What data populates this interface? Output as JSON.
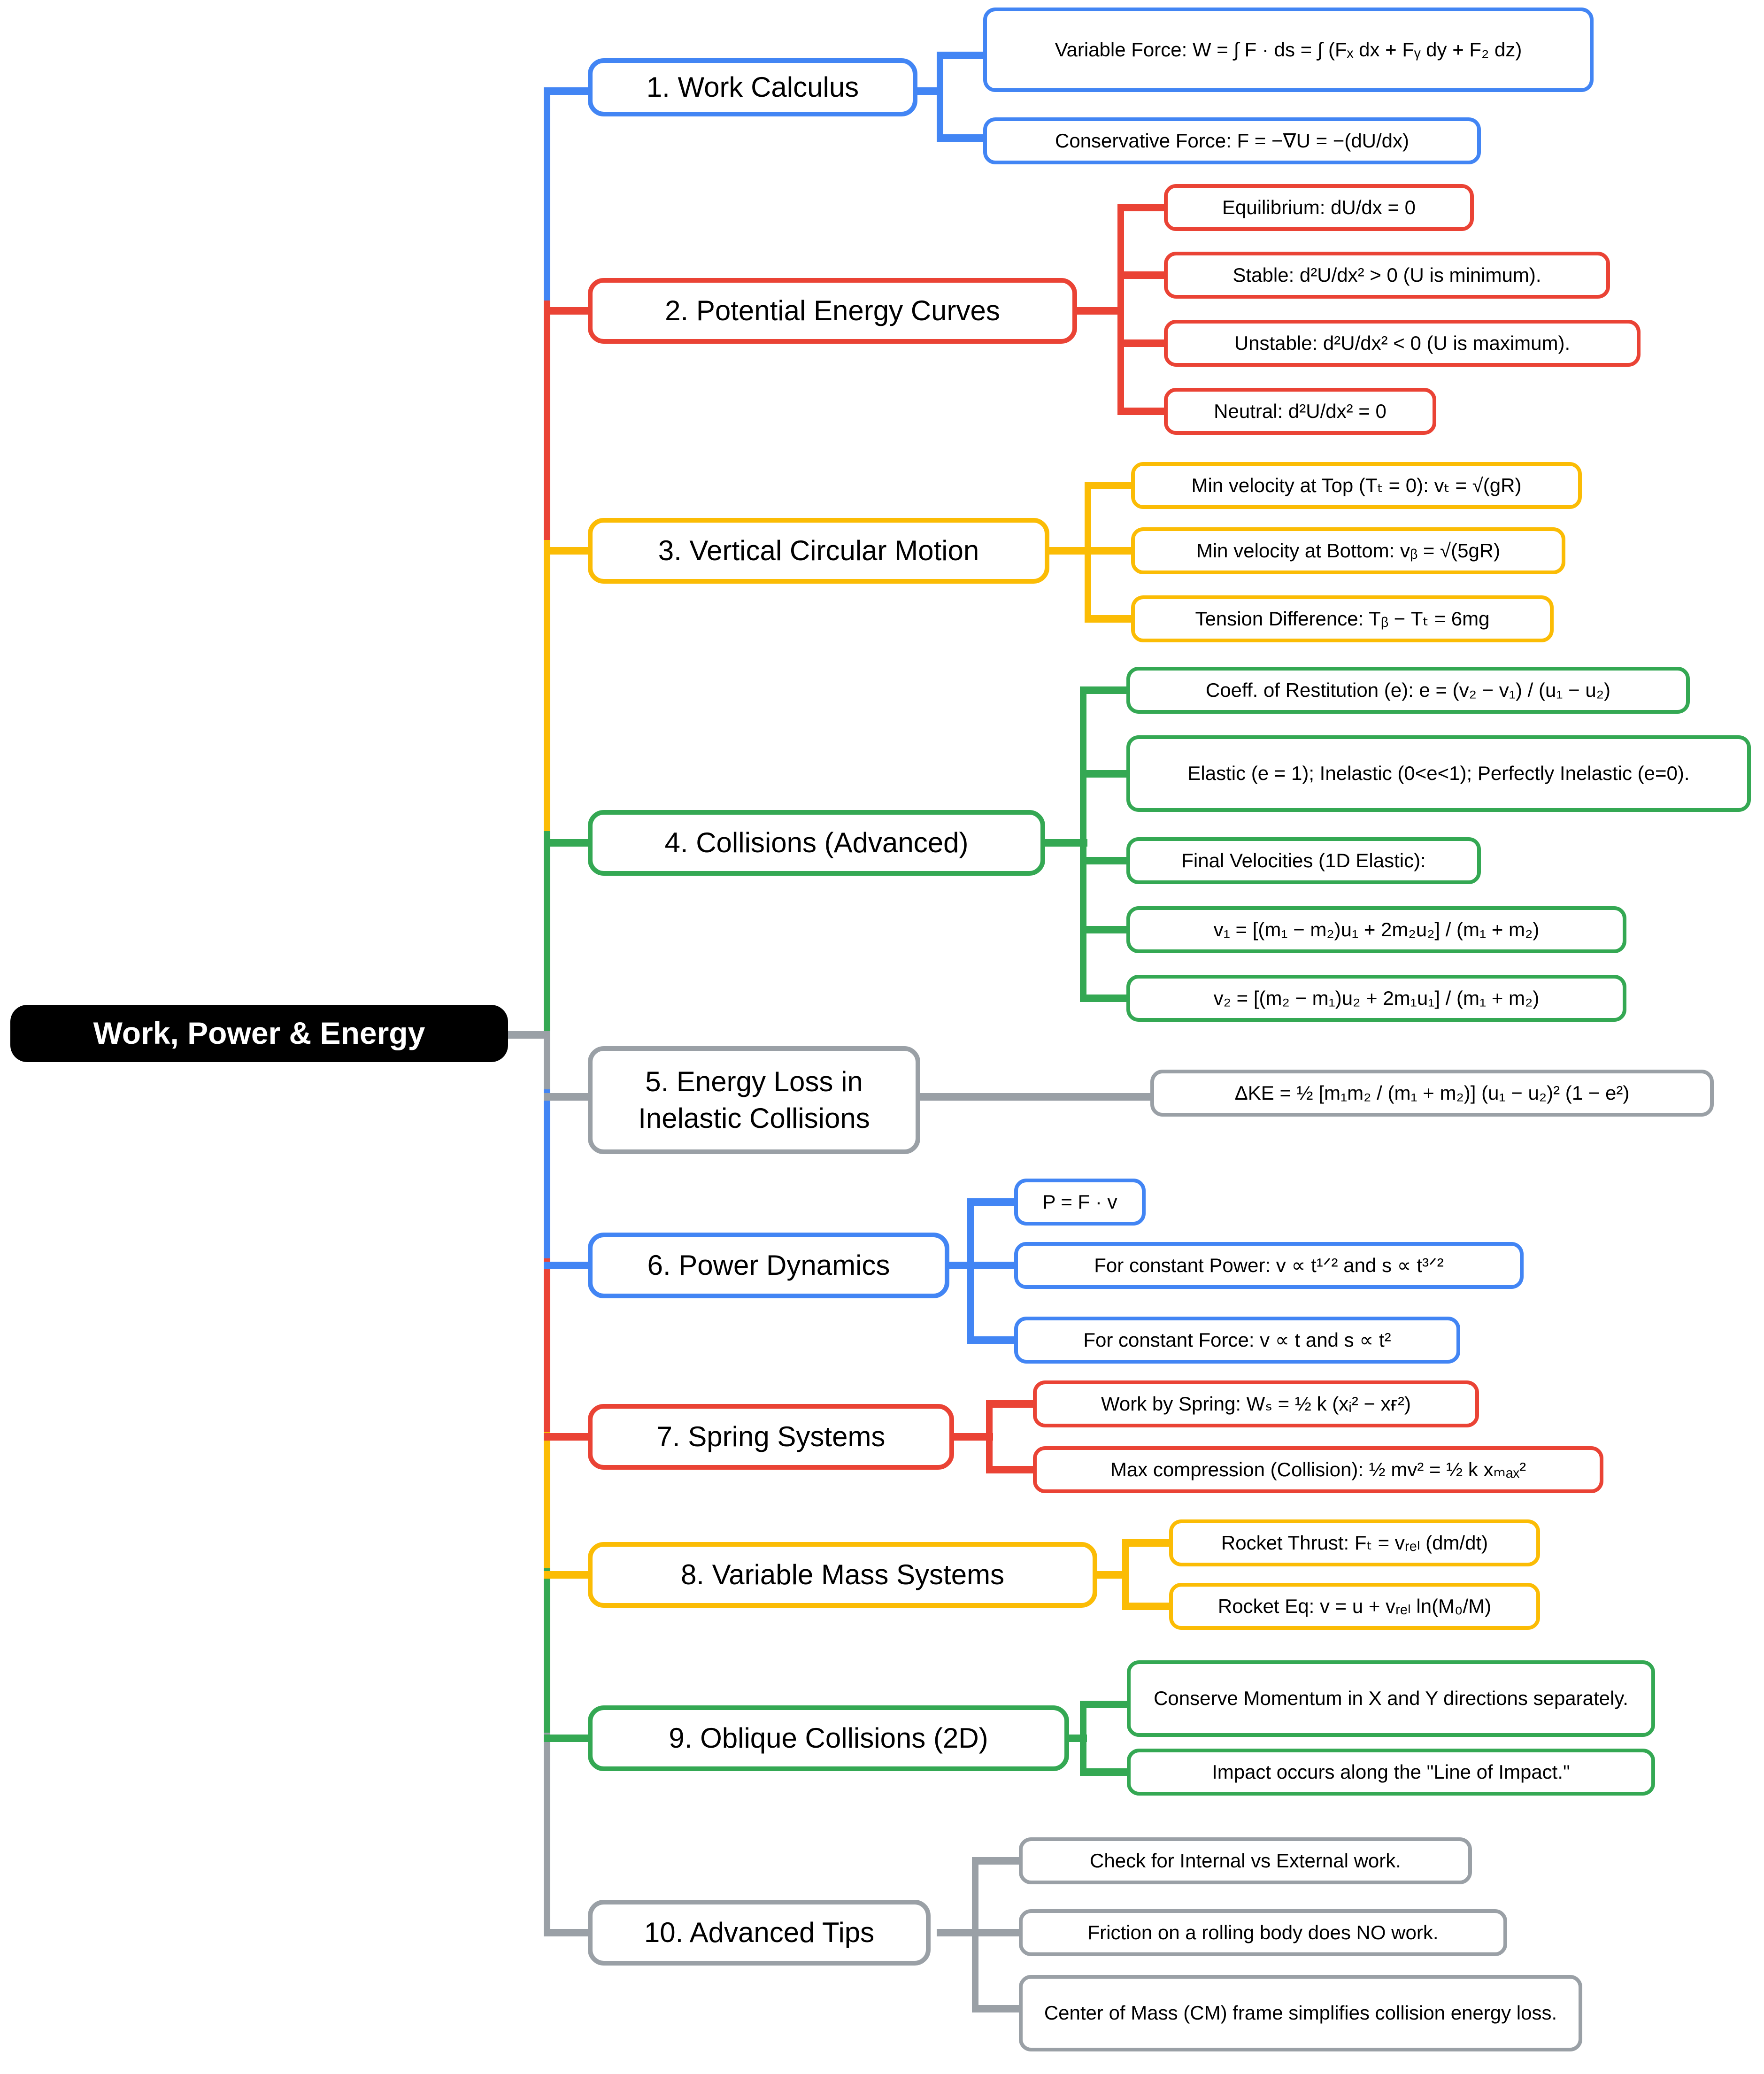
{
  "title": "Work, Power & Energy",
  "colors": {
    "blue": "#4285f4",
    "red": "#ea4335",
    "yellow": "#fbbc05",
    "green": "#34a853",
    "gray": "#9aa0a6",
    "root_bg": "#000000",
    "root_text": "#ffffff",
    "page_bg": "#ffffff"
  },
  "root": {
    "label": "Work, Power & Energy"
  },
  "branches": [
    {
      "id": "work-calculus",
      "label": "1. Work Calculus",
      "color": "blue",
      "children": [
        {
          "label": "Variable Force: W = ∫ F · ds = ∫ (Fₓ dx + Fᵧ dy + F₂ dz)"
        },
        {
          "label": "Conservative Force: F = −∇U = −(dU/dx)"
        }
      ]
    },
    {
      "id": "potential-energy-curves",
      "label": "2. Potential Energy Curves",
      "color": "red",
      "children": [
        {
          "label": "Equilibrium: dU/dx = 0"
        },
        {
          "label": "Stable: d²U/dx² > 0 (U is minimum)."
        },
        {
          "label": "Unstable: d²U/dx² < 0 (U is maximum)."
        },
        {
          "label": "Neutral: d²U/dx² = 0"
        }
      ]
    },
    {
      "id": "vertical-circular-motion",
      "label": "3. Vertical Circular Motion",
      "color": "yellow",
      "children": [
        {
          "label": "Min velocity at Top (Tₜ = 0): vₜ = √(gR)"
        },
        {
          "label": "Min velocity at Bottom: vᵦ = √(5gR)"
        },
        {
          "label": "Tension Difference: Tᵦ − Tₜ = 6mg"
        }
      ]
    },
    {
      "id": "collisions-advanced",
      "label": "4. Collisions (Advanced)",
      "color": "green",
      "children": [
        {
          "label": "Coeff. of Restitution (e): e = (v₂ − v₁) / (u₁ − u₂)"
        },
        {
          "label": "Elastic (e = 1); Inelastic (0<e<1); Perfectly Inelastic (e=0)."
        },
        {
          "label": "Final Velocities (1D Elastic):"
        },
        {
          "label": "v₁ = [(m₁ − m₂)u₁ + 2m₂u₂] / (m₁ + m₂)"
        },
        {
          "label": "v₂ = [(m₂ − m₁)u₂ + 2m₁u₁] / (m₁ + m₂)"
        }
      ]
    },
    {
      "id": "energy-loss-inelastic",
      "label": "5. Energy Loss in Inelastic Collisions",
      "color": "gray",
      "children": [
        {
          "label": "ΔKE = ½ [m₁m₂ / (m₁ + m₂)] (u₁ − u₂)² (1 − e²)"
        }
      ]
    },
    {
      "id": "power-dynamics",
      "label": "6. Power Dynamics",
      "color": "blue",
      "children": [
        {
          "label": "P = F · v"
        },
        {
          "label": "For constant Power: v ∝ t¹ᐟ² and s ∝ t³ᐟ²"
        },
        {
          "label": "For constant Force: v ∝ t and s ∝ t²"
        }
      ]
    },
    {
      "id": "spring-systems",
      "label": "7. Spring Systems",
      "color": "red",
      "children": [
        {
          "label": "Work by Spring: Wₛ = ½ k (xᵢ² − xғ²)"
        },
        {
          "label": "Max compression (Collision): ½ mv² = ½ k xₘₐₓ²"
        }
      ]
    },
    {
      "id": "variable-mass-systems",
      "label": "8. Variable Mass Systems",
      "color": "yellow",
      "children": [
        {
          "label": "Rocket Thrust: Fₜ = vᵣₑₗ (dm/dt)"
        },
        {
          "label": "Rocket Eq: v = u + vᵣₑₗ ln(M₀/M)"
        }
      ]
    },
    {
      "id": "oblique-collisions-2d",
      "label": "9. Oblique Collisions (2D)",
      "color": "green",
      "children": [
        {
          "label": "Conserve Momentum in X and Y directions separately."
        },
        {
          "label": "Impact occurs along the \"Line of Impact.\""
        }
      ]
    },
    {
      "id": "advanced-tips",
      "label": "10. Advanced Tips",
      "color": "gray",
      "children": [
        {
          "label": "Check for Internal vs External work."
        },
        {
          "label": "Friction on a rolling body does NO work."
        },
        {
          "label": "Center of Mass (CM) frame simplifies collision energy loss."
        }
      ]
    }
  ]
}
